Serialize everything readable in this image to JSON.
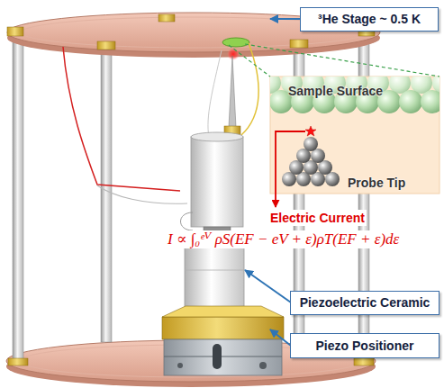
{
  "diagram": {
    "nodes": [
      {
        "text": [
          "³He Stage ~ 0.5 K"
        ]
      },
      {
        "text": [
          "Sample Surface",
          "Probe Tip"
        ]
      },
      {
        "text": [
          "Piezoelectric Ceramic"
        ]
      },
      {
        "text": [
          "Piezo Positioner"
        ]
      }
    ],
    "labels": [
      "Electric Current",
      "I ∝ ∫₀ᵉⱽ ρS(EF − eV + ε)ρT(EF + ε)dε"
    ]
  }
}
